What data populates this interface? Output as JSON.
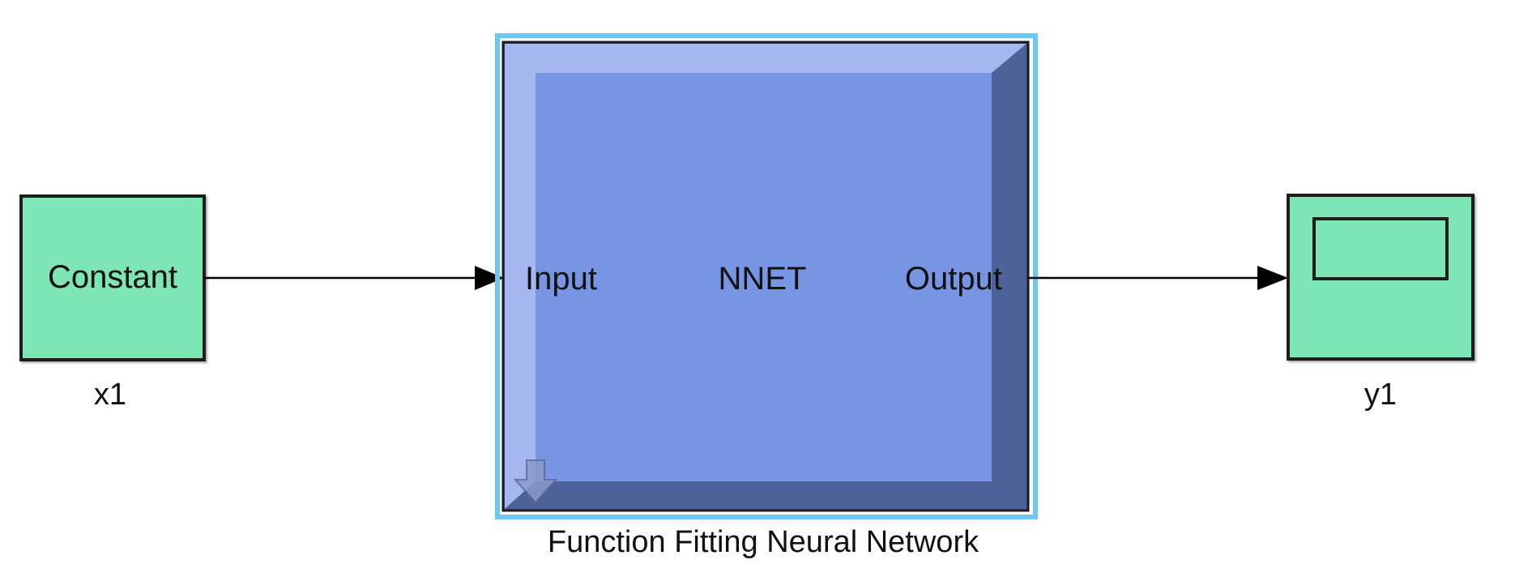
{
  "blocks": {
    "constant": {
      "text": "Constant",
      "caption": "x1"
    },
    "nnet": {
      "input_port": "Input",
      "title": "NNET",
      "output_port": "Output",
      "caption": "Function Fitting Neural Network"
    },
    "scope": {
      "caption": "y1"
    }
  },
  "icons": {
    "nnet_subsystem_arrow": "down-arrow-icon",
    "scope_display": "scope-screen-icon"
  },
  "colors": {
    "source_block_fill": "#7de6b4",
    "block_border": "#1f1f1f",
    "nnet_face": "#7795e3",
    "nnet_bevel_light": "#a4b7ee",
    "nnet_bevel_dark": "#4d6299",
    "selection_outline": "#6cc8f2",
    "signal_line": "#000000"
  }
}
